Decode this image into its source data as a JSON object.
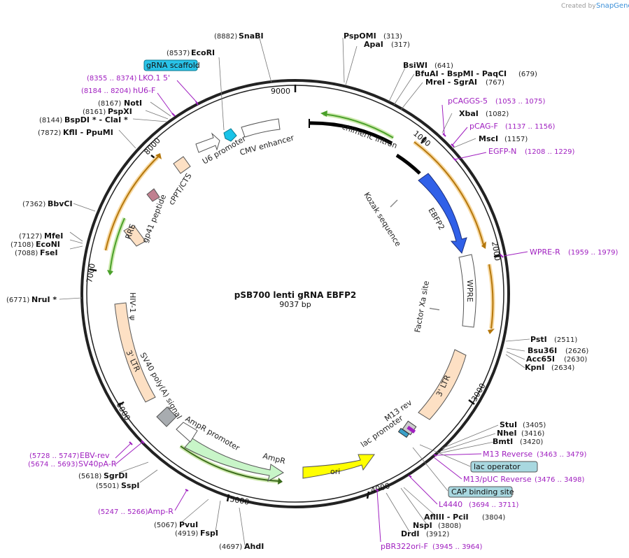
{
  "branding": {
    "created_by": "Created by",
    "product": "SnapGene"
  },
  "plasmid": {
    "name": "pSB700 lenti gRNA EBFP2",
    "size": "9037 bp"
  },
  "ticks": [
    "9000",
    "1000",
    "2000",
    "3000",
    "4000",
    "5000",
    "6000",
    "7000",
    "8000"
  ],
  "sites": [
    {
      "name": "SnaBI",
      "pos": "(8882)"
    },
    {
      "name": "EcoRI",
      "pos": "(8537)"
    },
    {
      "name": "NotI",
      "pos": "(8167)"
    },
    {
      "name": "PspXI",
      "pos": "(8161)"
    },
    {
      "name": "BspDI * - ClaI *",
      "pos": "(8144)"
    },
    {
      "name": "KflI - PpuMI",
      "pos": "(7872)"
    },
    {
      "name": "BbvCI",
      "pos": "(7362)"
    },
    {
      "name": "MfeI",
      "pos": "(7127)"
    },
    {
      "name": "EcoNI",
      "pos": "(7108)"
    },
    {
      "name": "FseI",
      "pos": "(7088)"
    },
    {
      "name": "NruI *",
      "pos": "(6771)"
    },
    {
      "name": "SgrDI",
      "pos": "(5618)"
    },
    {
      "name": "SspI",
      "pos": "(5501)"
    },
    {
      "name": "PvuI",
      "pos": "(5067)"
    },
    {
      "name": "FspI",
      "pos": "(4919)"
    },
    {
      "name": "AhdI",
      "pos": "(4697)"
    },
    {
      "name": "PspOMI",
      "pos": "(313)"
    },
    {
      "name": "ApaI",
      "pos": "(317)"
    },
    {
      "name": "BsiWI",
      "pos": "(641)"
    },
    {
      "name": "BfuAI - BspMI - PaqCI",
      "pos": "(679)"
    },
    {
      "name": "MreI - SgrAI",
      "pos": "(767)"
    },
    {
      "name": "XbaI",
      "pos": "(1082)"
    },
    {
      "name": "MscI",
      "pos": "(1157)"
    },
    {
      "name": "PstI",
      "pos": "(2511)"
    },
    {
      "name": "Bsu36I",
      "pos": "(2626)"
    },
    {
      "name": "Acc65I",
      "pos": "(2630)"
    },
    {
      "name": "KpnI",
      "pos": "(2634)"
    },
    {
      "name": "StuI",
      "pos": "(3405)"
    },
    {
      "name": "NheI",
      "pos": "(3416)"
    },
    {
      "name": "BmtI",
      "pos": "(3420)"
    },
    {
      "name": "AflIII - PciI",
      "pos": "(3804)"
    },
    {
      "name": "NspI",
      "pos": "(3808)"
    },
    {
      "name": "DrdI",
      "pos": "(3912)"
    }
  ],
  "primers": [
    {
      "name": "LKO.1 5'",
      "range": "(8355 .. 8374)"
    },
    {
      "name": "hU6-F",
      "range": "(8184 .. 8204)"
    },
    {
      "name": "pCAGGS-5",
      "range": "(1053 .. 1075)"
    },
    {
      "name": "pCAG-F",
      "range": "(1137 .. 1156)"
    },
    {
      "name": "EGFP-N",
      "range": "(1208 .. 1229)"
    },
    {
      "name": "WPRE-R",
      "range": "(1959 .. 1979)"
    },
    {
      "name": "M13 Reverse",
      "range": "(3463 .. 3479)"
    },
    {
      "name": "M13/pUC Reverse",
      "range": "(3476 .. 3498)"
    },
    {
      "name": "L4440",
      "range": "(3694 .. 3711)"
    },
    {
      "name": "pBR322ori-F",
      "range": "(3945 .. 3964)"
    },
    {
      "name": "EBV-rev",
      "range": "(5728 .. 5747)"
    },
    {
      "name": "SV40pA-R",
      "range": "(5674 .. 5693)"
    },
    {
      "name": "Amp-R",
      "range": "(5247 .. 5266)"
    }
  ],
  "boxed_features": [
    {
      "name": "gRNA scaffold",
      "color": "#29c3e8"
    },
    {
      "name": "lac operator",
      "color": "#a8d8e0"
    },
    {
      "name": "CAP binding site",
      "color": "#a8d8e0"
    }
  ],
  "features": {
    "cmv_enhancer": "CMV enhancer",
    "u6_promoter": "U6 promoter",
    "cppt": "cPPT/CTS",
    "gp41": "gp41 peptide",
    "rre": "RRE",
    "hiv_psi": "HIV-1 ψ",
    "ltr_left": "3' LTR",
    "sv40": "SV40 poly(A) signal",
    "ampr_promoter": "AmpR promoter",
    "ampr": "AmpR",
    "ori": "ori",
    "lac_promoter": "lac promoter",
    "m13_rev": "M13 rev",
    "ltr_right": "3' LTR",
    "wpre": "WPRE",
    "factor_xa": "Factor Xa site",
    "ebfp2": "EBFP2",
    "kozak": "Kozak sequence",
    "chimeric_intron": "chimeric intron"
  },
  "colors": {
    "backbone": "#222222",
    "primer": "#a020c0",
    "ebfp2": "#3060e8",
    "ori": "#ffff00",
    "ampr": "#c8f5c8",
    "ltr": "#fde0c4",
    "u6": "#19c3e8",
    "orf_arrow": "#b5770b",
    "orf_arrow_green": "#4aa02a"
  }
}
